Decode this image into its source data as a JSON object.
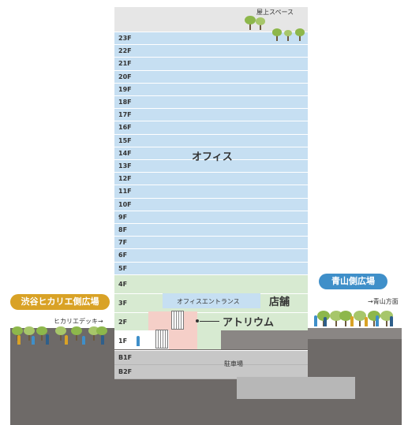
{
  "roof": {
    "label": "屋上スペース"
  },
  "floors": [
    {
      "label": "23F",
      "zone": "office"
    },
    {
      "label": "22F",
      "zone": "office"
    },
    {
      "label": "21F",
      "zone": "office"
    },
    {
      "label": "20F",
      "zone": "office"
    },
    {
      "label": "19F",
      "zone": "office"
    },
    {
      "label": "18F",
      "zone": "office"
    },
    {
      "label": "17F",
      "zone": "office"
    },
    {
      "label": "16F",
      "zone": "office"
    },
    {
      "label": "15F",
      "zone": "office"
    },
    {
      "label": "14F",
      "zone": "office"
    },
    {
      "label": "13F",
      "zone": "office"
    },
    {
      "label": "12F",
      "zone": "office"
    },
    {
      "label": "11F",
      "zone": "office"
    },
    {
      "label": "10F",
      "zone": "office"
    },
    {
      "label": "9F",
      "zone": "office"
    },
    {
      "label": "8F",
      "zone": "office"
    },
    {
      "label": "7F",
      "zone": "office"
    },
    {
      "label": "6F",
      "zone": "office"
    },
    {
      "label": "5F",
      "zone": "office"
    },
    {
      "label": "4F",
      "zone": "retail"
    },
    {
      "label": "3F",
      "zone": "retail"
    },
    {
      "label": "2F",
      "zone": "retail"
    },
    {
      "label": "1F",
      "zone": "ground"
    },
    {
      "label": "B1F",
      "zone": "basement"
    },
    {
      "label": "B2F",
      "zone": "basement"
    }
  ],
  "zones": {
    "office": "オフィス",
    "office_entrance": "オフィスエントランス",
    "retail": "店舗",
    "atrium": "アトリウム",
    "parking": "駐車場"
  },
  "plazas": {
    "left": "渋谷ヒカリエ側広場",
    "right": "青山側広場",
    "left_deck": "ヒカリエデッキ→",
    "right_direction": "→青山方面"
  },
  "colors": {
    "office": "#c6dff2",
    "retail": "#d7ead1",
    "atrium": "#f5cfc8",
    "basement": "#c7c7c7",
    "ground": "#6e6a68",
    "left_pill": "#d9a226",
    "right_pill": "#3f8fc9"
  }
}
